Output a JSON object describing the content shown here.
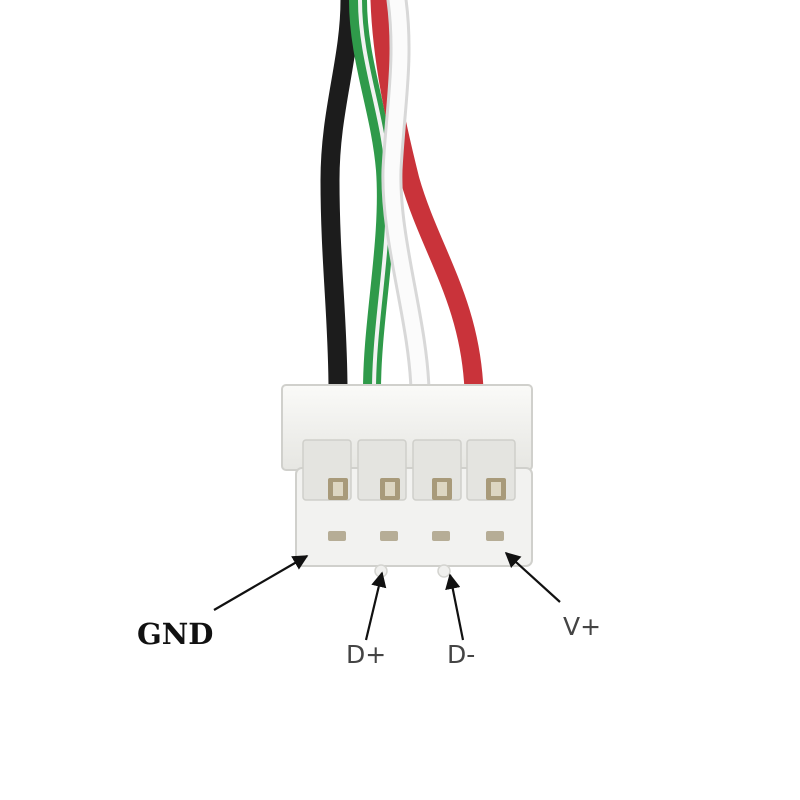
{
  "pins": [
    {
      "id": "gnd",
      "label": "GND"
    },
    {
      "id": "dplus",
      "label": "D+"
    },
    {
      "id": "dminus",
      "label": "D-"
    },
    {
      "id": "vplus",
      "label": "V+"
    }
  ],
  "wire_colors": {
    "black": "#1c1c1c",
    "green": "#2f9a4a",
    "white": "#f7f7f7",
    "red": "#c9333a"
  },
  "colors": {
    "connector_body": "#f4f4f2",
    "connector_shade": "#dcdcd8",
    "contact_metal": "#a89a7a",
    "arrow": "#111111"
  }
}
